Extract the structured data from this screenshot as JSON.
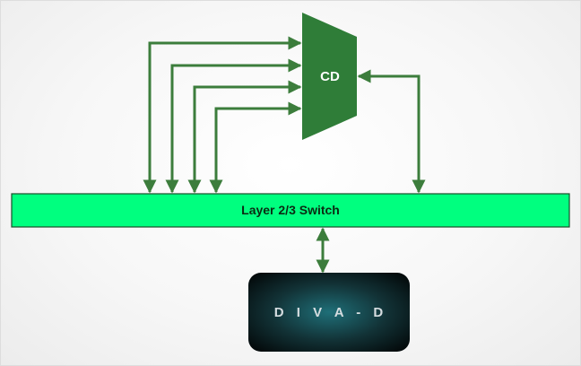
{
  "nodes": {
    "cd": {
      "label": "CD"
    },
    "switch": {
      "label": "Layer 2/3 Switch"
    },
    "diva": {
      "label": "D I V A - D"
    }
  },
  "colors": {
    "arrow": "#3c7d3c",
    "mux_fill": "#2f7d38",
    "switch_fill": "#00ff7f",
    "switch_border": "#1a4d2a",
    "diva_fill": "#123236"
  }
}
